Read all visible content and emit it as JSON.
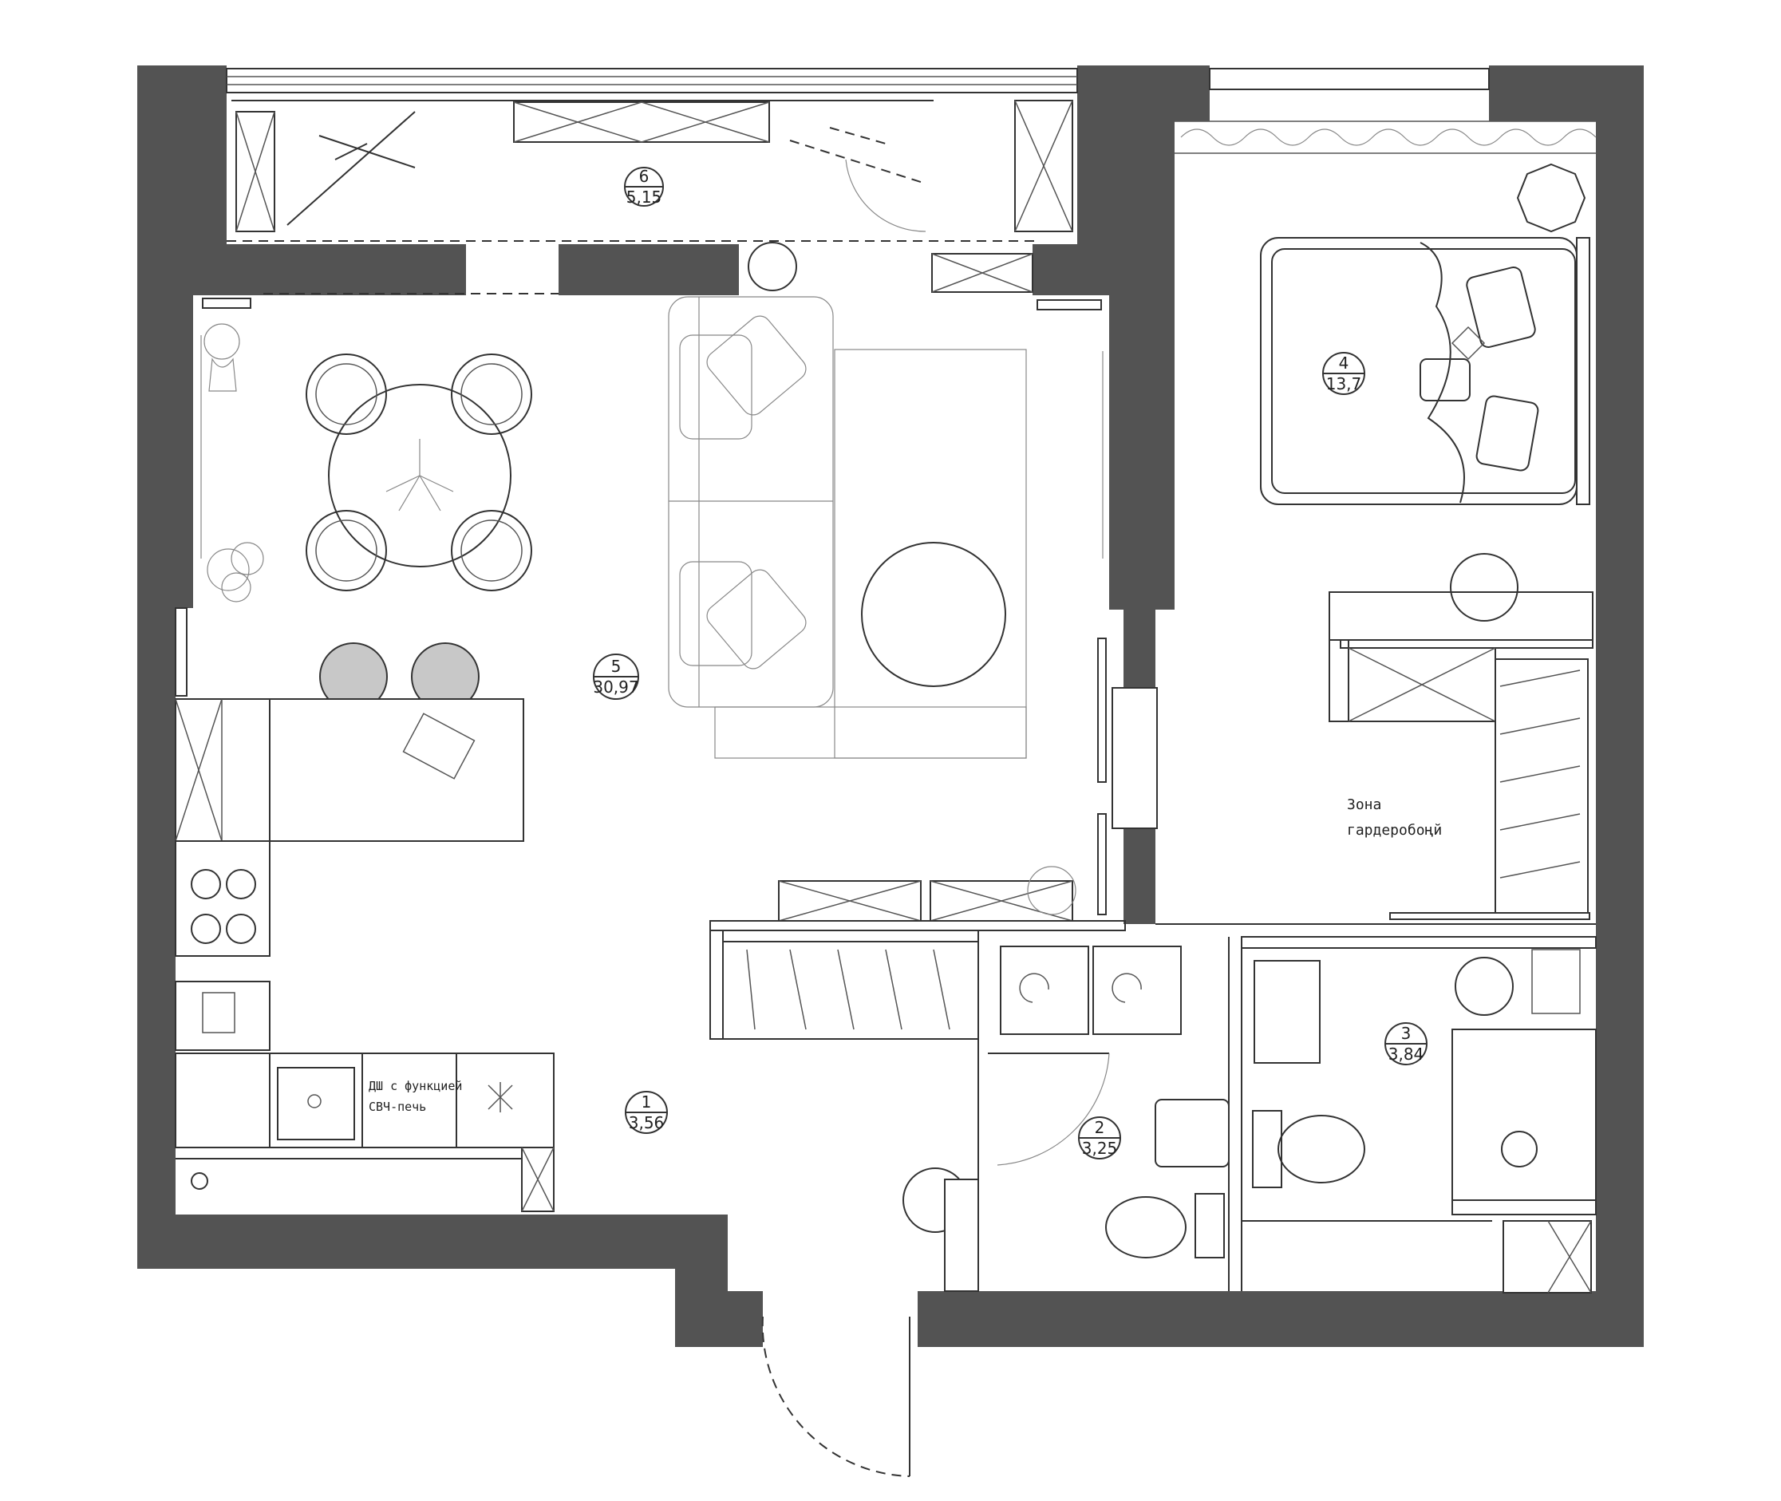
{
  "rooms": [
    {
      "number": "1",
      "area": "3,56"
    },
    {
      "number": "2",
      "area": "3,25"
    },
    {
      "number": "3",
      "area": "3,84"
    },
    {
      "number": "4",
      "area": "13,7"
    },
    {
      "number": "5",
      "area": "30,97"
    },
    {
      "number": "6",
      "area": "5,15"
    }
  ],
  "labels": {
    "wardrobe_line1": "Зона",
    "wardrobe_line2": "гардеробоңй",
    "oven_line1": "ДШ с функцией",
    "oven_line2": "СВЧ-печь"
  },
  "colors": {
    "wall": "#535353",
    "line": "#333333",
    "background": "#ffffff"
  },
  "icons": [
    "chair-icon",
    "table-icon",
    "sofa-icon",
    "bed-icon",
    "toilet-icon",
    "sink-icon",
    "washer-icon",
    "hob-icon",
    "plant-icon",
    "door-icon",
    "shower-icon"
  ]
}
